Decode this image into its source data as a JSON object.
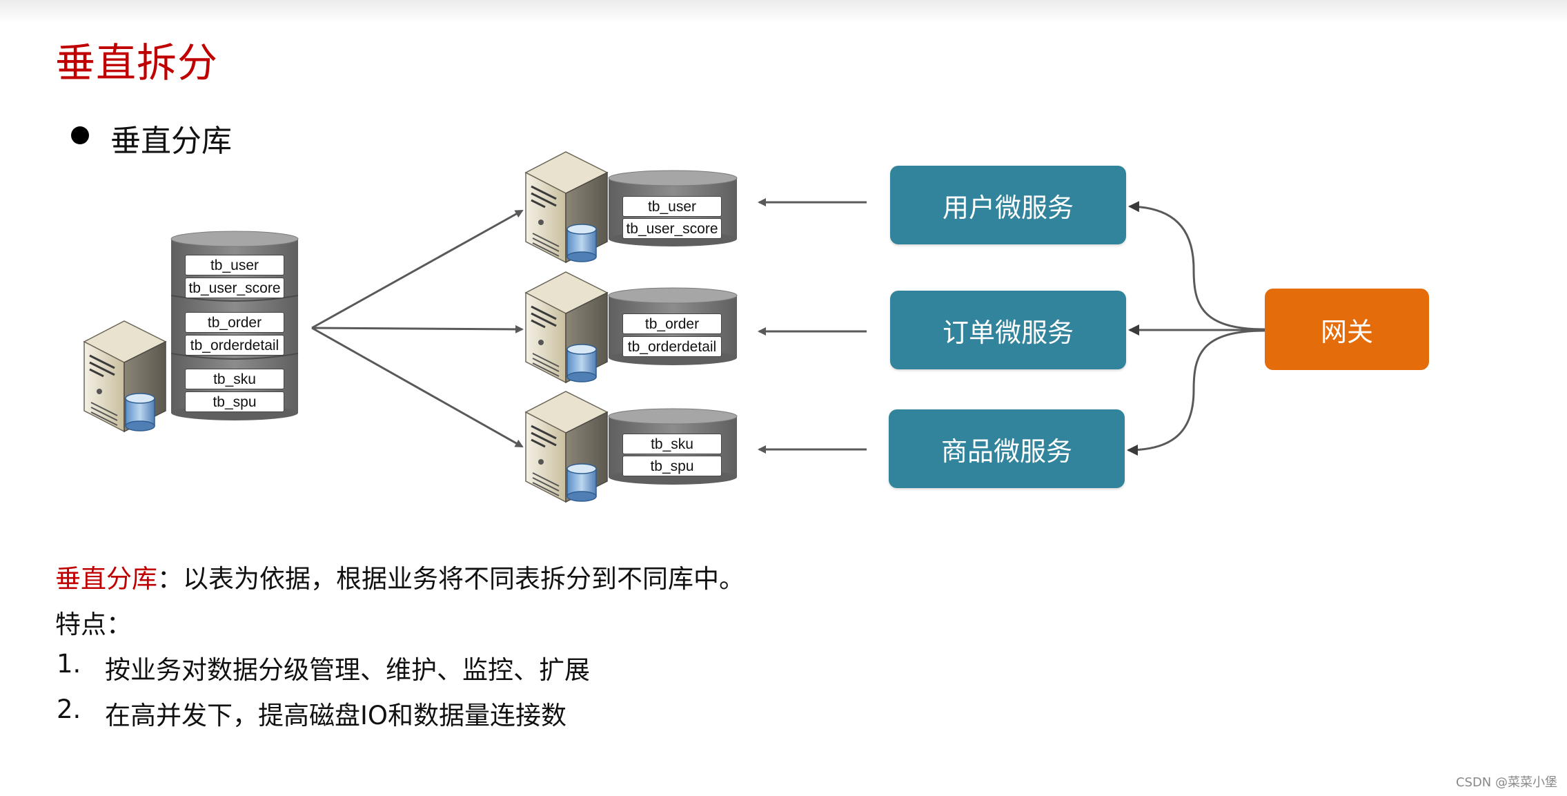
{
  "title": "垂直拆分",
  "bullet": "垂直分库",
  "source_db": {
    "tables": [
      "tb_user",
      "tb_user_score",
      "tb_order",
      "tb_orderdetail",
      "tb_sku",
      "tb_spu"
    ]
  },
  "split_dbs": [
    {
      "tables": [
        "tb_user",
        "tb_user_score"
      ]
    },
    {
      "tables": [
        "tb_order",
        "tb_orderdetail"
      ]
    },
    {
      "tables": [
        "tb_sku",
        "tb_spu"
      ]
    }
  ],
  "services": [
    "用户微服务",
    "订单微服务",
    "商品微服务"
  ],
  "gateway": "网关",
  "description": {
    "key": "垂直分库",
    "text": "：以表为依据，根据业务将不同表拆分到不同库中。"
  },
  "features_label": "特点：",
  "features": [
    {
      "num": "1.",
      "text": "按业务对数据分级管理、维护、监控、扩展"
    },
    {
      "num": "2.",
      "text": "在高并发下，提高磁盘IO和数据量连接数"
    }
  ],
  "watermark": "CSDN @菜菜小堡",
  "colors": {
    "title": "#c00000",
    "service": "#31849b",
    "gateway": "#e46c0a",
    "db": "#7f7f7f"
  }
}
